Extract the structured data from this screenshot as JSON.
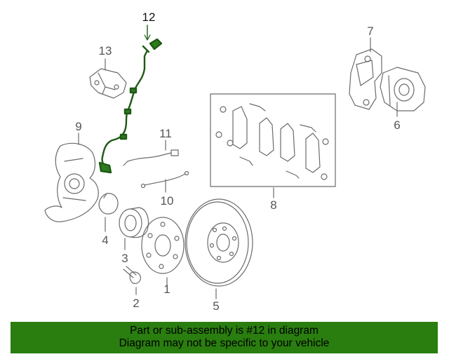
{
  "diagram": {
    "highlight_part": "12",
    "callouts": [
      {
        "id": "c1",
        "label": "1"
      },
      {
        "id": "c2",
        "label": "2"
      },
      {
        "id": "c3",
        "label": "3"
      },
      {
        "id": "c4",
        "label": "4"
      },
      {
        "id": "c5",
        "label": "5"
      },
      {
        "id": "c6",
        "label": "6"
      },
      {
        "id": "c7",
        "label": "7"
      },
      {
        "id": "c8",
        "label": "8"
      },
      {
        "id": "c9",
        "label": "9"
      },
      {
        "id": "c10",
        "label": "10"
      },
      {
        "id": "c11",
        "label": "11"
      },
      {
        "id": "c12",
        "label": "12"
      },
      {
        "id": "c13",
        "label": "13"
      }
    ]
  },
  "banner": {
    "line1": "Part or sub-assembly is #12 in diagram",
    "line2": "Diagram may not be specific to your vehicle",
    "bg_color": "#2a7d0f",
    "text_color": "#000000"
  },
  "colors": {
    "line": "#6b6b6b",
    "highlight": "#1d5a14"
  }
}
